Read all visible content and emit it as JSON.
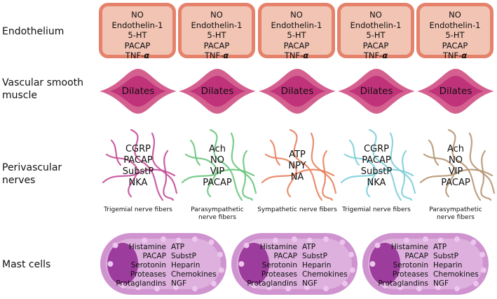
{
  "row_labels": {
    "endothelium": "Endothelium",
    "vascular_smooth_muscle": "Vascular smooth muscle",
    "perivascular_nerves": "Perivascular nerves",
    "mast_cells": "Mast cells"
  },
  "endothelium_items": [
    "NO",
    "Endothelin-1",
    "5-HT",
    "PACAP",
    "TNF-"
  ],
  "tnf_greek": "α",
  "muscle_label": "Dilates",
  "nerves": [
    {
      "transmitters": [
        "CGRP",
        "PACAP",
        "SubstP",
        "NKA"
      ],
      "caption": [
        "Trigemial nerve fibers"
      ],
      "color": "#c44f9a"
    },
    {
      "transmitters": [
        "Ach",
        "NO",
        "VIP",
        "PACAP"
      ],
      "caption": [
        "Parasympathetic",
        "nerve fibers"
      ],
      "color": "#6cc57e"
    },
    {
      "transmitters": [
        "ATP",
        "NPY",
        "NA"
      ],
      "caption": [
        "Sympathetic nerve fibers"
      ],
      "color": "#e7825f"
    },
    {
      "transmitters": [
        "CGRP",
        "PACAP",
        "SubstP",
        "NKA"
      ],
      "caption": [
        "Trigemial nerve fibers"
      ],
      "color": "#7fcfd8"
    },
    {
      "transmitters": [
        "Ach",
        "NO",
        "VIP",
        "PACAP"
      ],
      "caption": [
        "Parasympathetic",
        "nerve fibers"
      ],
      "color": "#b69774"
    }
  ],
  "mast_cell": {
    "left": [
      "Histamine",
      "PACAP",
      "Serotonin",
      "Proteases",
      "Protaglandins"
    ],
    "right": [
      "ATP",
      "SubstP",
      "Heparin",
      "Chemokines",
      "NGF"
    ]
  },
  "colors": {
    "endo_fill": "#f2c4b4",
    "endo_border": "#e4826c",
    "muscle_outer": "#d4608f",
    "muscle_inner": "#c0327a",
    "mast_outer": "#cf93cf",
    "mast_inner_bg": "#ddb0dd",
    "mast_nucleus": "#9c3c9c",
    "mast_granule": "#ecc6ec"
  }
}
